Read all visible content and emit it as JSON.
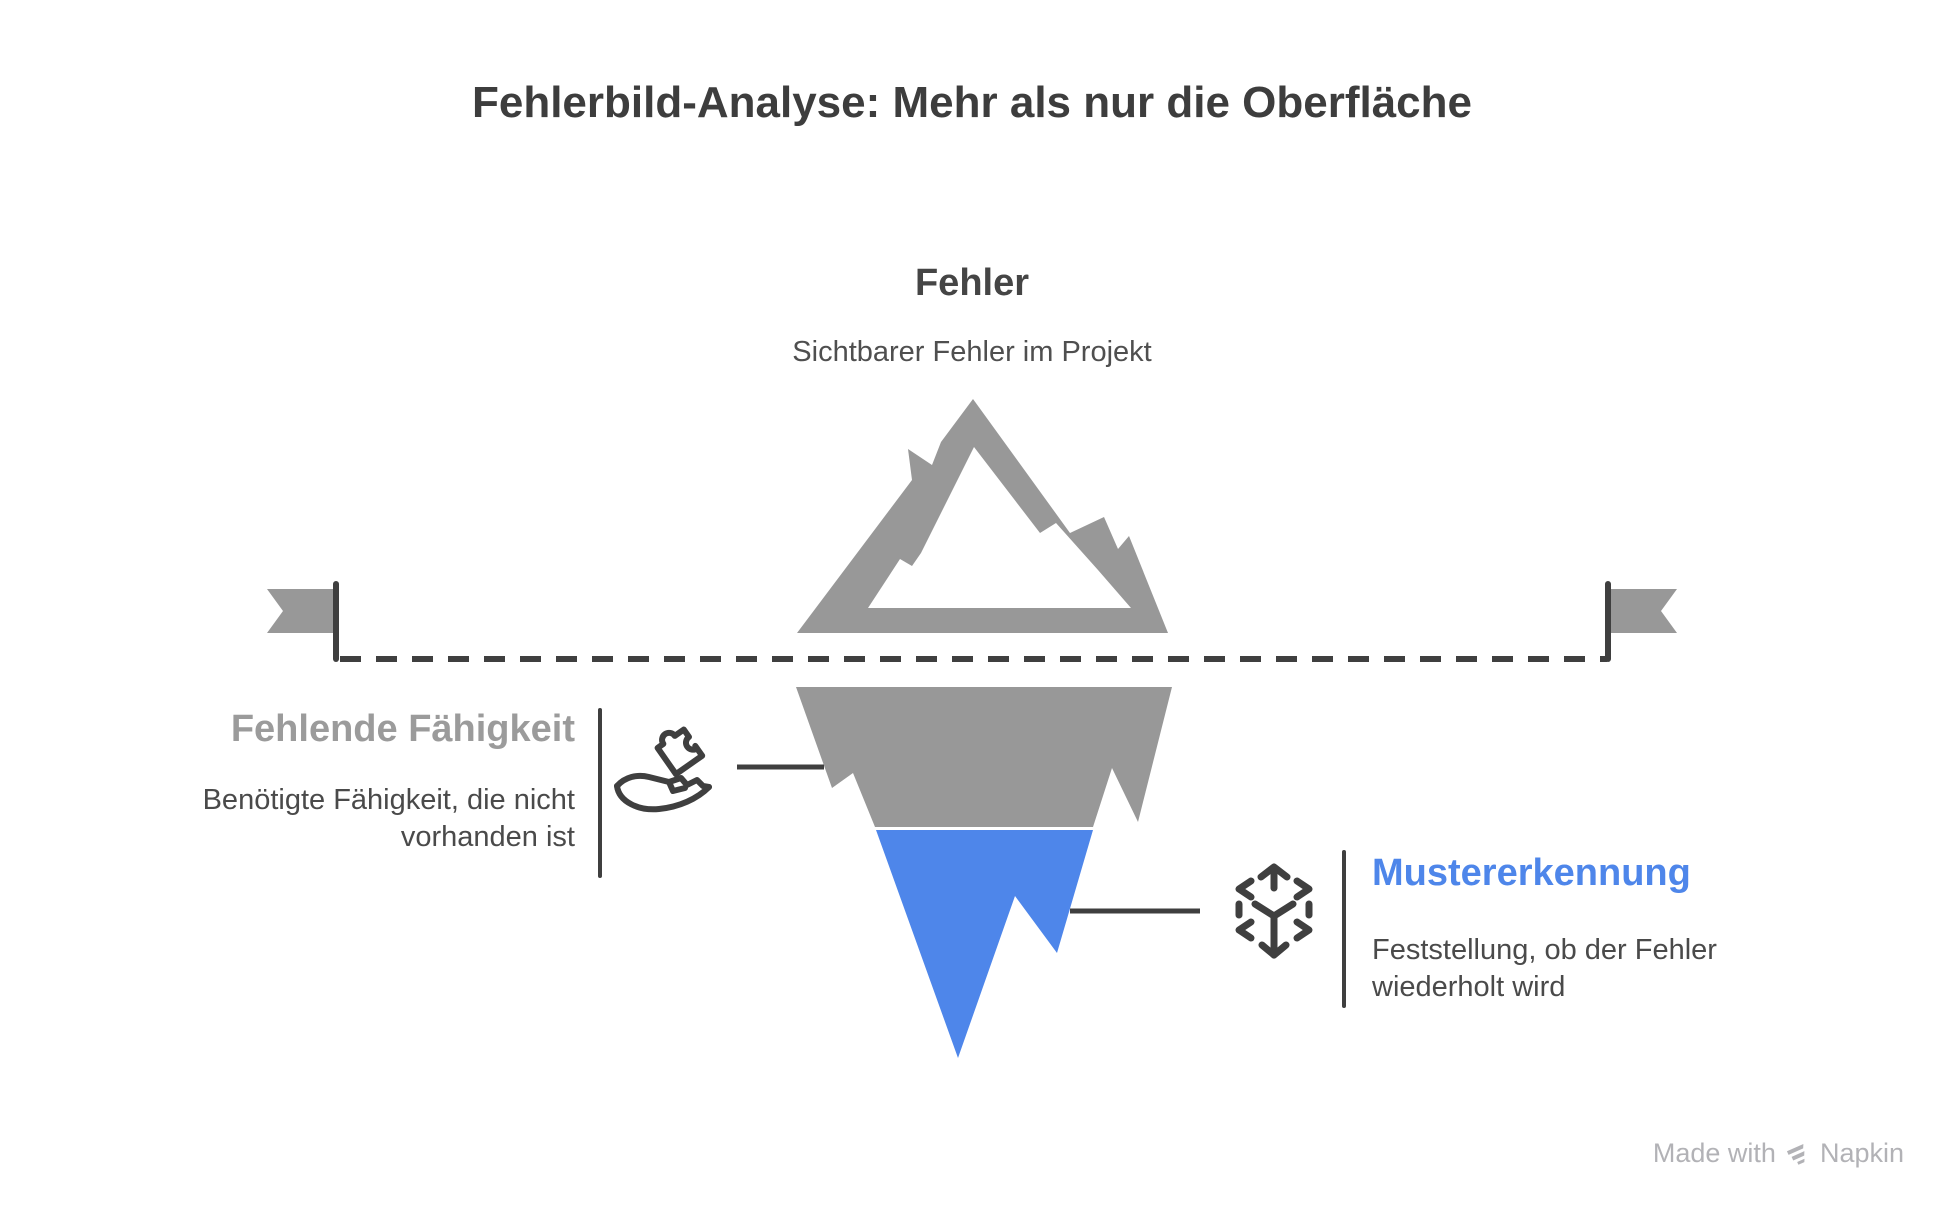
{
  "title": "Fehlerbild-Analyse: Mehr als nur die Oberfläche",
  "surface": {
    "heading": "Fehler",
    "description": "Sichtbarer Fehler im Projekt"
  },
  "left_section": {
    "heading": "Fehlende Fähigkeit",
    "description": "Benötigte Fähigkeit, die nicht vorhanden ist",
    "icon": "hand-holding-puzzle-icon"
  },
  "right_section": {
    "heading": "Mustererkennung",
    "description": "Feststellung, ob der Fehler wiederholt wird",
    "icon": "3d-cube-icon"
  },
  "colors": {
    "iceberg_gray": "#989898",
    "iceberg_blue": "#4e86ea",
    "heading_gray": "#9b9b9b",
    "heading_blue": "#4e86ea",
    "text_dark": "#4a4a4a",
    "title_dark": "#3d3d3d",
    "line_dark": "#3f3f3f",
    "watermark_gray": "#b2b2b6",
    "background": "#ffffff"
  },
  "watermark": {
    "prefix": "Made with",
    "brand": "Napkin",
    "logo": "napkin-logo-icon"
  }
}
